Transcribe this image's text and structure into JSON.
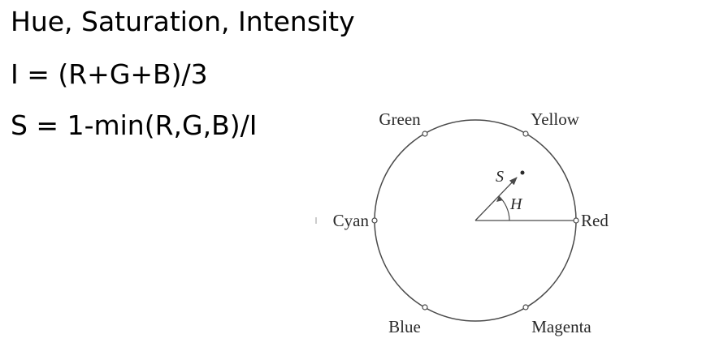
{
  "slide": {
    "title": "Hue, Saturation, Intensity",
    "intensity_formula": "I = (R+G+B)/3",
    "saturation_formula": "S = 1-min(R,G,B)/I"
  },
  "diagram": {
    "labels": {
      "red": "Red",
      "yellow": "Yellow",
      "green": "Green",
      "cyan": "Cyan",
      "blue": "Blue",
      "magenta": "Magenta",
      "saturation": "S",
      "hue": "H"
    },
    "colors": {
      "stroke": "#4a4a4a",
      "text": "#2a2a2a"
    }
  }
}
